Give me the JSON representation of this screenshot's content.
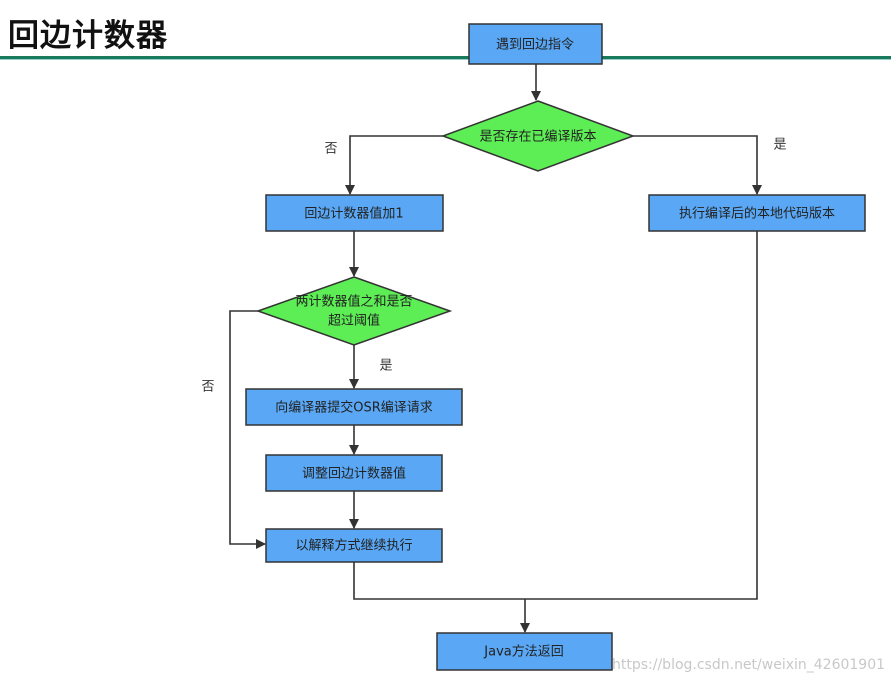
{
  "title": "回边计数器",
  "colors": {
    "box": "#5aa8f5",
    "decision": "#5ded55",
    "header_rule": "#1a7a5c"
  },
  "nodes": {
    "start": "遇到回边指令",
    "decision1": "是否存在已编译版本",
    "increment": "回边计数器值加1",
    "execute_native": "执行编译后的本地代码版本",
    "decision2_line1": "两计数器值之和是否",
    "decision2_line2": "超过阈值",
    "submit_osr": "向编译器提交OSR编译请求",
    "adjust": "调整回边计数器值",
    "interpret": "以解释方式继续执行",
    "return": "Java方法返回"
  },
  "edges": {
    "d1_no": "否",
    "d1_yes": "是",
    "d2_yes": "是",
    "d2_no": "否"
  },
  "watermark": "https://blog.csdn.net/weixin_42601901"
}
